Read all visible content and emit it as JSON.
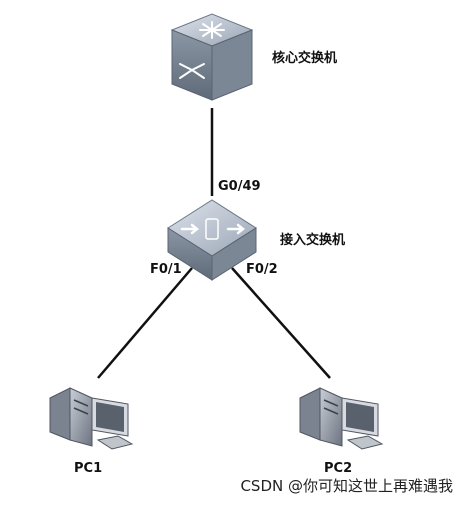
{
  "devices": {
    "core_switch": {
      "label": "核心交换机"
    },
    "access_switch": {
      "label": "接入交换机"
    },
    "pc1": {
      "label": "PC1"
    },
    "pc2": {
      "label": "PC2"
    }
  },
  "ports": {
    "uplink": "G0/49",
    "down_left": "F0/1",
    "down_right": "F0/2"
  },
  "watermark": "CSDN @你可知这世上再难遇我",
  "colors": {
    "switch_face": "#aeb8c6",
    "switch_side": "#6f7a88",
    "link": "#111111"
  },
  "icons": {
    "core_switch": "layer3-switch-icon",
    "access_switch": "layer2-switch-icon",
    "pc": "desktop-computer-icon"
  }
}
